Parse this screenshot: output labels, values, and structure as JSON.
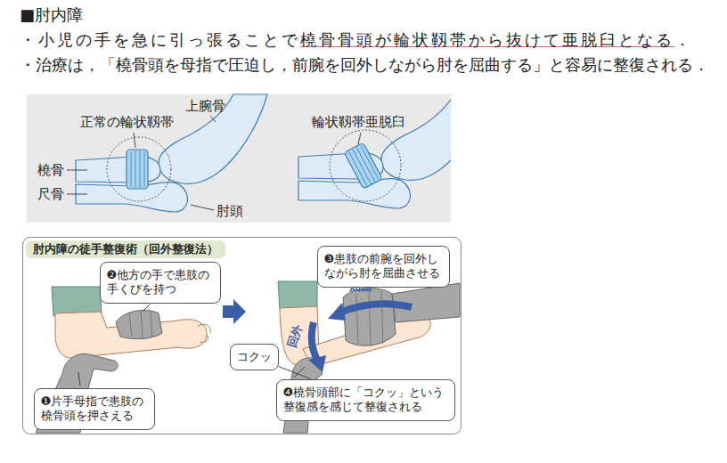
{
  "diagram": {
    "title": "■肘内障",
    "nodes": [
      {
        "text": [
          "肘内障の徒手整復術（回外整復法）"
        ]
      },
      {
        "text": [
          "❷他方の手で患肢の手くびを持つ"
        ],
        "in": 0
      },
      {
        "text": [
          "❸患肢の前腕を回外しながら肘を屈曲させる"
        ],
        "in": 0
      },
      {
        "text": [
          "コクッ"
        ],
        "in": 0
      },
      {
        "text": [
          "❶片手母指で患肢の橈骨頭を押さえる"
        ],
        "in": 0
      },
      {
        "text": [
          "❹橈骨頭部に「コクッ」という整復感を感じて整復される"
        ],
        "in": 0
      }
    ],
    "edges": [
      {
        "from": 5,
        "to": 3,
        "arrow": "none"
      }
    ],
    "labels": [
      "・小児の手を急に引っ張ることで",
      "橈骨骨頭が輪状靱帯から抜けて亜脱臼となる",
      "．",
      "・治療は，「橈骨頭を母指で圧迫し，前腕を回外しながら肘を屈曲する」と容易に整復される．",
      "上腕骨",
      "正常の輪状靱帯",
      "輪状靱帯亜脱臼",
      "橈骨",
      "尺骨",
      "肘頭",
      "屈曲",
      "回外"
    ]
  }
}
